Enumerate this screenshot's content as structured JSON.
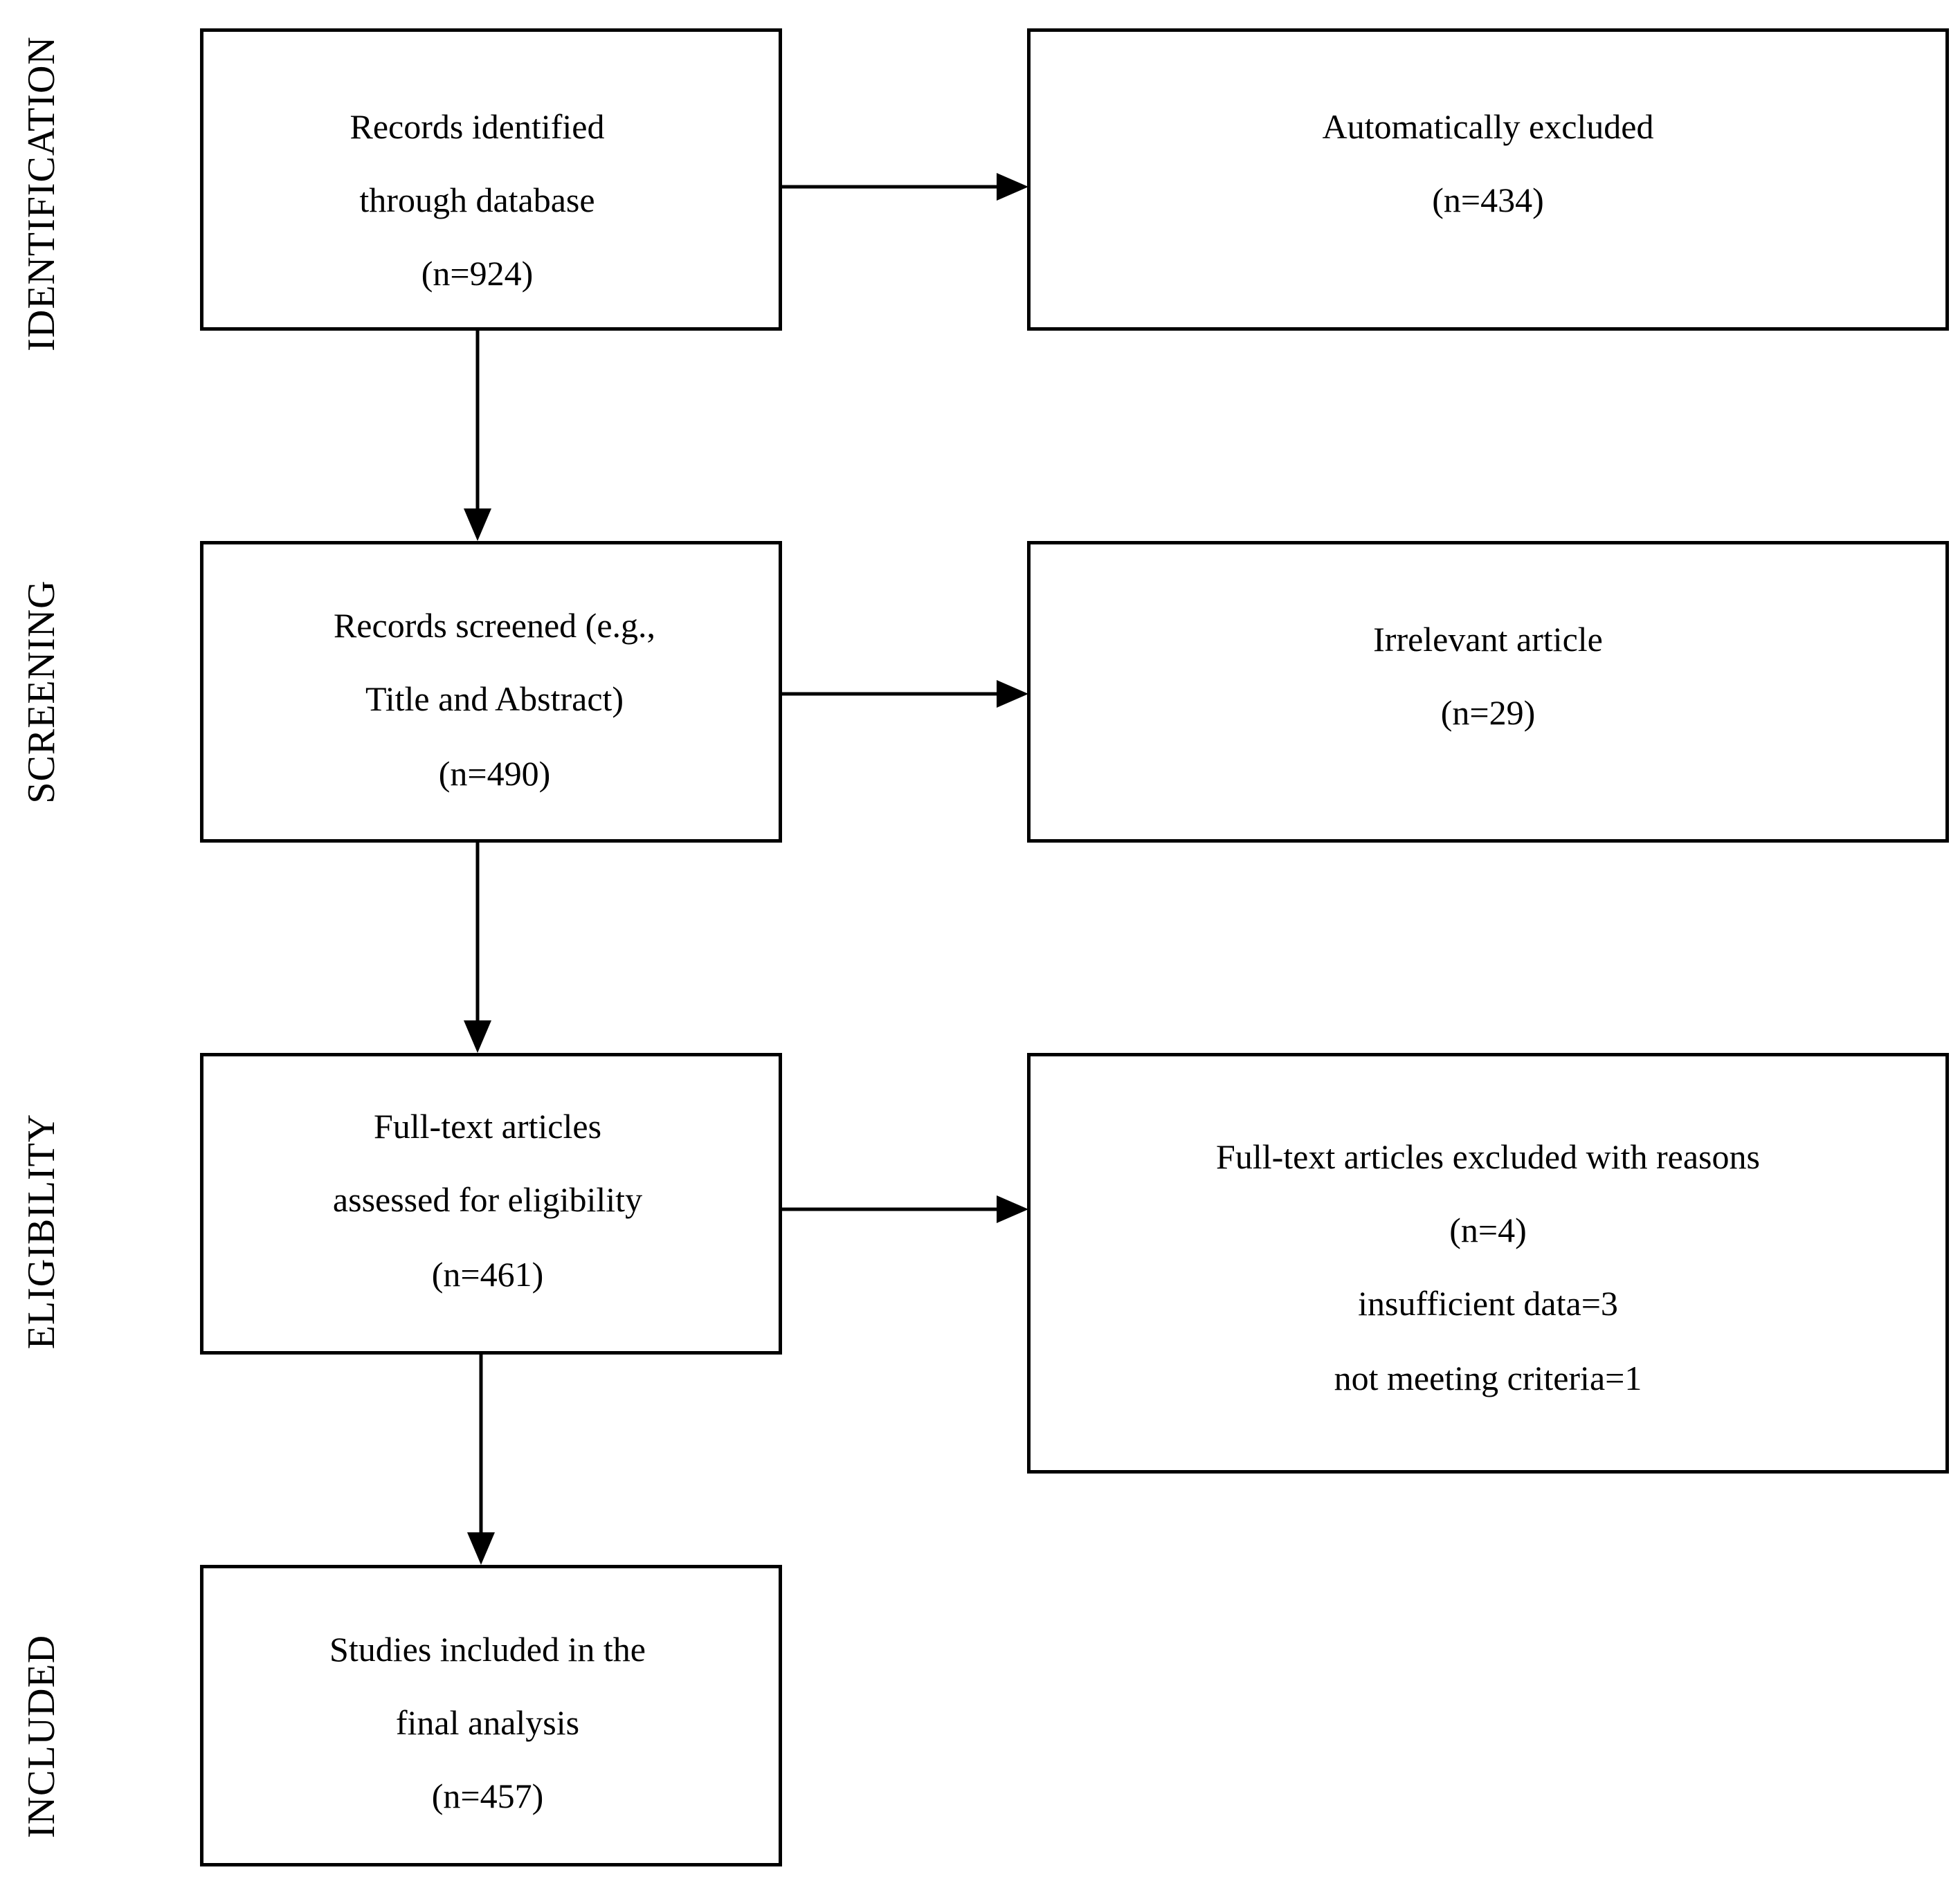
{
  "stages": {
    "identification": "IDENTIFICATION",
    "screening": "SCREENING",
    "eligibility": "ELIGIBILITY",
    "included": "INCLUDED"
  },
  "boxes": {
    "records_identified": {
      "lines": [
        "Records identified",
        "through database",
        "(n=924)"
      ]
    },
    "automatically_excluded": {
      "lines": [
        "Automatically excluded",
        "(n=434)"
      ]
    },
    "records_screened": {
      "lines": [
        "Records screened (e.g.,",
        "Title and Abstract)",
        "(n=490)"
      ]
    },
    "irrelevant_article": {
      "lines": [
        "Irrelevant article",
        "(n=29)"
      ]
    },
    "full_text_assessed": {
      "lines": [
        "Full-text articles",
        "assessed for eligibility",
        "(n=461)"
      ]
    },
    "full_text_excluded": {
      "lines": [
        "Full-text articles excluded with reasons",
        "(n=4)",
        "insufficient data=3",
        "not meeting criteria=1"
      ]
    },
    "studies_included": {
      "lines": [
        "Studies included in the",
        "final analysis",
        "(n=457)"
      ]
    }
  }
}
